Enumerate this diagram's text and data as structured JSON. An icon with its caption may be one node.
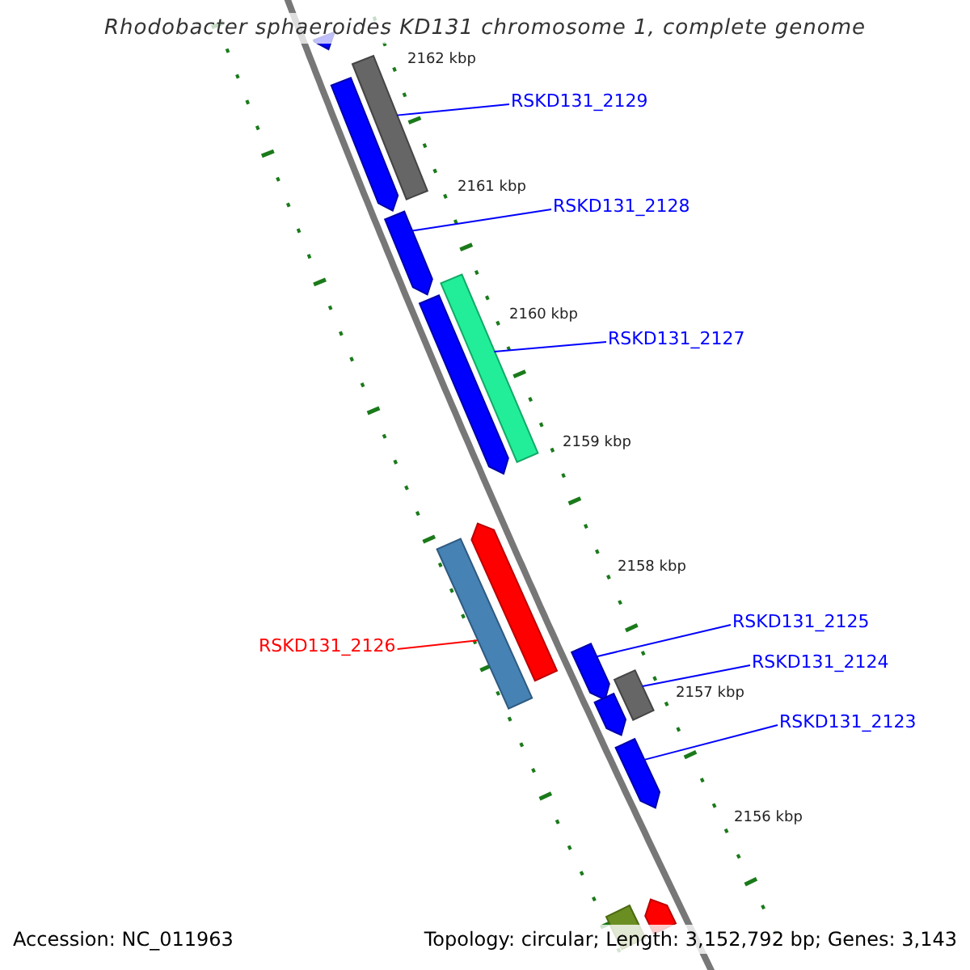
{
  "diagram": {
    "title": "Rhodobacter sphaeroides KD131 chromosome 1, complete genome",
    "nodes": [
      {
        "text": [
          "RSKD131_2129"
        ]
      },
      {
        "text": [],
        "shape": "arrow"
      },
      {
        "text": [
          "RSKD131_2128"
        ]
      },
      {
        "text": [],
        "shape": "arrow"
      },
      {
        "text": [
          "RSKD131_2127"
        ]
      },
      {
        "text": [],
        "shape": "arrow"
      },
      {
        "text": [
          "RSKD131_2126"
        ]
      },
      {
        "text": [],
        "shape": "arrow"
      },
      {
        "text": [
          "RSKD131_2125"
        ]
      },
      {
        "text": [],
        "shape": "arrow"
      },
      {
        "text": [
          "RSKD131_2124"
        ]
      },
      {
        "text": [],
        "shape": "arrow"
      },
      {
        "text": [
          "RSKD131_2123"
        ]
      },
      {
        "text": [],
        "shape": "arrow"
      },
      {
        "text": [],
        "shape": "arrow"
      },
      {
        "text": [],
        "shape": "arrow"
      },
      {
        "text": [],
        "shape": "arrow"
      },
      {
        "text": [],
        "shape": "arrow"
      },
      {
        "text": [],
        "shape": "arrow"
      },
      {
        "text": [],
        "shape": "arrow"
      },
      {
        "text": [],
        "shape": "arrow"
      }
    ],
    "edges": [
      {
        "from": 0,
        "to": 1,
        "arrow": "none"
      },
      {
        "from": 2,
        "to": 3,
        "arrow": "none"
      },
      {
        "from": 4,
        "to": 5,
        "arrow": "none"
      },
      {
        "from": 6,
        "to": 7,
        "arrow": "none",
        "color": "#ff0000"
      },
      {
        "from": 8,
        "to": 9,
        "arrow": "none"
      },
      {
        "from": 10,
        "to": 11,
        "arrow": "none"
      },
      {
        "from": 12,
        "to": 13,
        "arrow": "none"
      }
    ],
    "labels": [
      "2162 kbp",
      "2161 kbp",
      "2160 kbp",
      "2159 kbp",
      "2158 kbp",
      "2157 kbp",
      "2156 kbp",
      "Accession: NC_011963",
      "Topology: circular; Length: 3,152,792 bp; Genes: 3,143"
    ]
  }
}
